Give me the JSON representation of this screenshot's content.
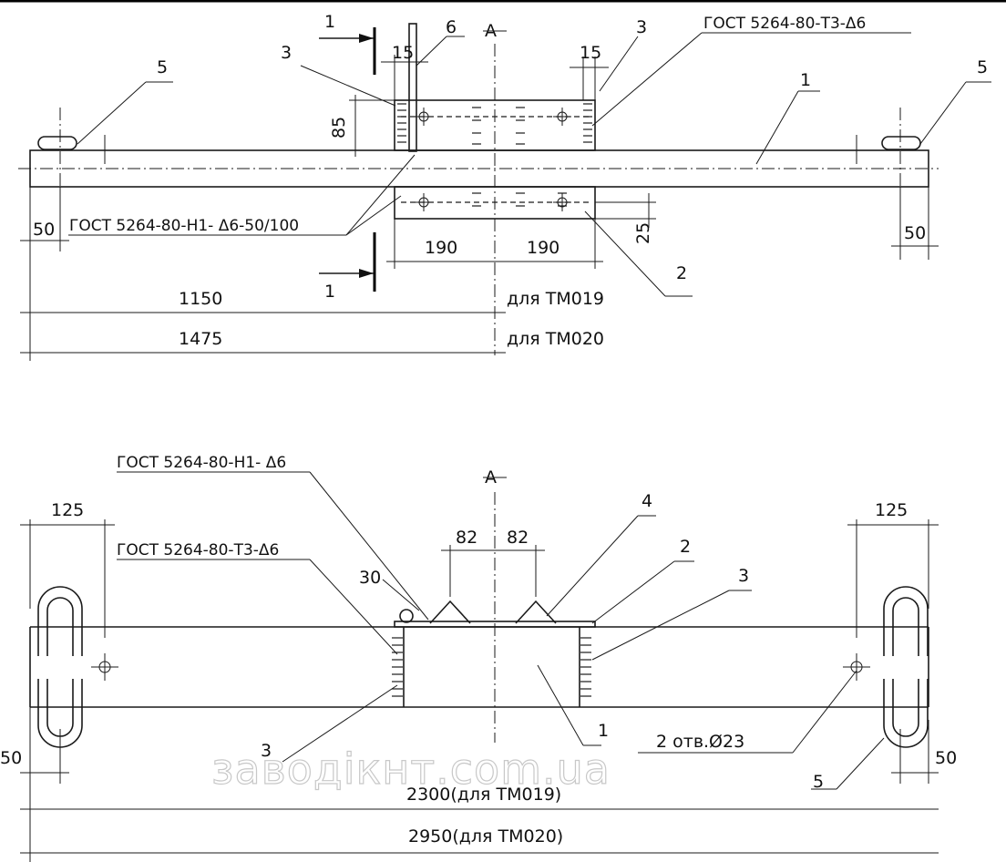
{
  "top_view": {
    "section_mark": "1",
    "axis_mark": "A",
    "dims": {
      "d15_left": "15",
      "d15_right": "15",
      "d85": "85",
      "d50_left": "50",
      "d50_right": "50",
      "d190_left": "190",
      "d190_right": "190",
      "d25": "25",
      "d1150": "1150",
      "d1475": "1475"
    },
    "notes": {
      "for_tm019": "для ТМ019",
      "for_tm020": "для ТМ020"
    },
    "welds": {
      "weld_t3": "ГОСТ 5264-80-Т3-Δ6",
      "weld_h1": "ГОСТ 5264-80-Н1- Δ6-50/100"
    },
    "callouts": {
      "p1": "1",
      "p2": "2",
      "p3_left": "3",
      "p3_right": "3",
      "p5_left": "5",
      "p5_right": "5",
      "p6": "6"
    }
  },
  "bottom_view": {
    "axis_mark": "A",
    "welds": {
      "weld_h1": "ГОСТ 5264-80-Н1- Δ6",
      "weld_t3": "ГОСТ 5264-80-Т3-Δ6"
    },
    "dims": {
      "d125_left": "125",
      "d125_right": "125",
      "d82_left": "82",
      "d82_right": "82",
      "d30": "30",
      "d50_left": "50",
      "d50_right": "50",
      "len_tm019": "2300(для ТМ019)",
      "len_tm020": "2950(для ТМ020)"
    },
    "holes_note": "2 отв.Ø23",
    "callouts": {
      "p1": "1",
      "p2": "2",
      "p3_right": "3",
      "p3_bottom": "3",
      "p4": "4",
      "p5": "5"
    }
  },
  "watermark": "заводiкнт.com.ua"
}
